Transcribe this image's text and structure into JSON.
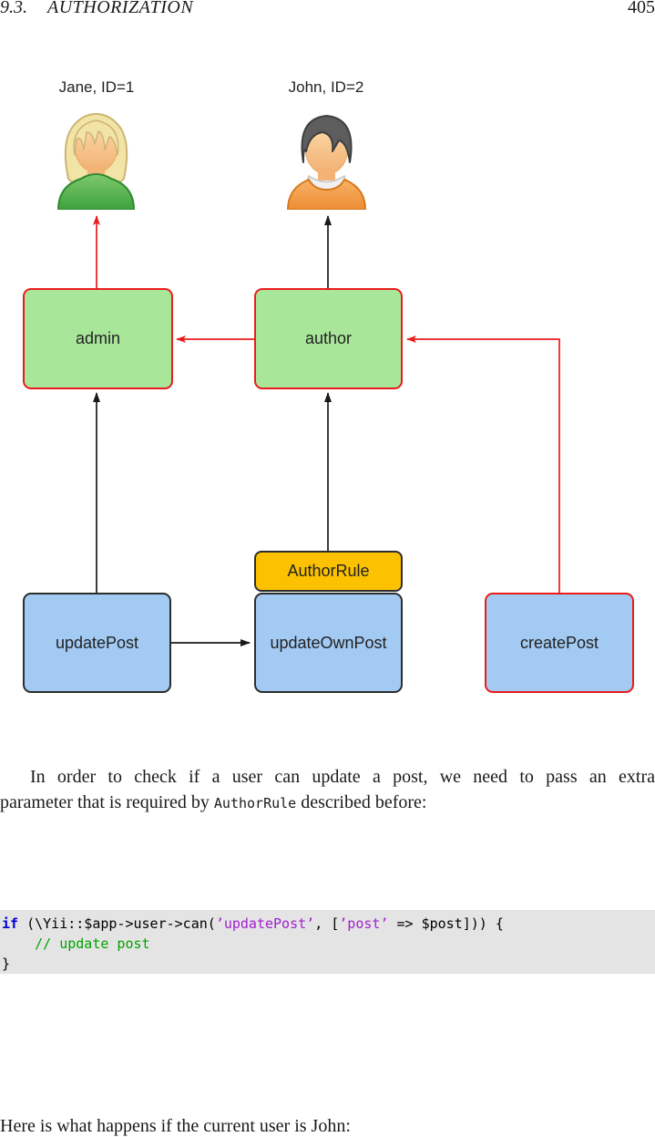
{
  "header": {
    "section": "9.3.",
    "title": "AUTHORIZATION",
    "page_number": "405"
  },
  "diagram": {
    "users": [
      {
        "label": "Jane, ID=1"
      },
      {
        "label": "John, ID=2"
      }
    ],
    "roles": [
      {
        "label": "admin"
      },
      {
        "label": "author"
      }
    ],
    "rule": {
      "label": "AuthorRule"
    },
    "permissions": [
      {
        "label": "updatePost"
      },
      {
        "label": "updateOwnPost"
      },
      {
        "label": "createPost"
      }
    ]
  },
  "paragraph": {
    "line1": "In order to check if a user can update a post, we need to pass an extra",
    "line2_before": "parameter that is required by ",
    "line2_code": "AuthorRule",
    "line2_after": " described before:"
  },
  "code": {
    "lines": [
      [
        {
          "t": "if",
          "c": "kw"
        },
        {
          "t": " (\\Yii::$app->user->can(",
          "c": "pl"
        },
        {
          "t": "’updatePost’",
          "c": "str"
        },
        {
          "t": ", [",
          "c": "pl"
        },
        {
          "t": "’post’",
          "c": "str"
        },
        {
          "t": " => $post])) {",
          "c": "pl"
        }
      ],
      [
        {
          "t": "    // update post",
          "c": "com"
        }
      ],
      [
        {
          "t": "}",
          "c": "pl"
        }
      ]
    ]
  },
  "closing_paragraph": "Here is what happens if the current user is John:",
  "colors": {
    "role_fill": "#a8e79a",
    "role_border": "#ea1c1c",
    "rule_fill": "#fcc200",
    "rule_border": "#2d2d2d",
    "perm_fill": "#a2caf2",
    "perm_border": "#2d2d2d",
    "createpost_border": "#ea1c1c",
    "arrow_red": "#ea1c1c",
    "arrow_black": "#1a1a1a",
    "code_bg": "#e4e4e4",
    "code_kw": "#0000dd",
    "code_str": "#a21fd0",
    "code_com": "#00a300",
    "code_pl": "#000000"
  }
}
